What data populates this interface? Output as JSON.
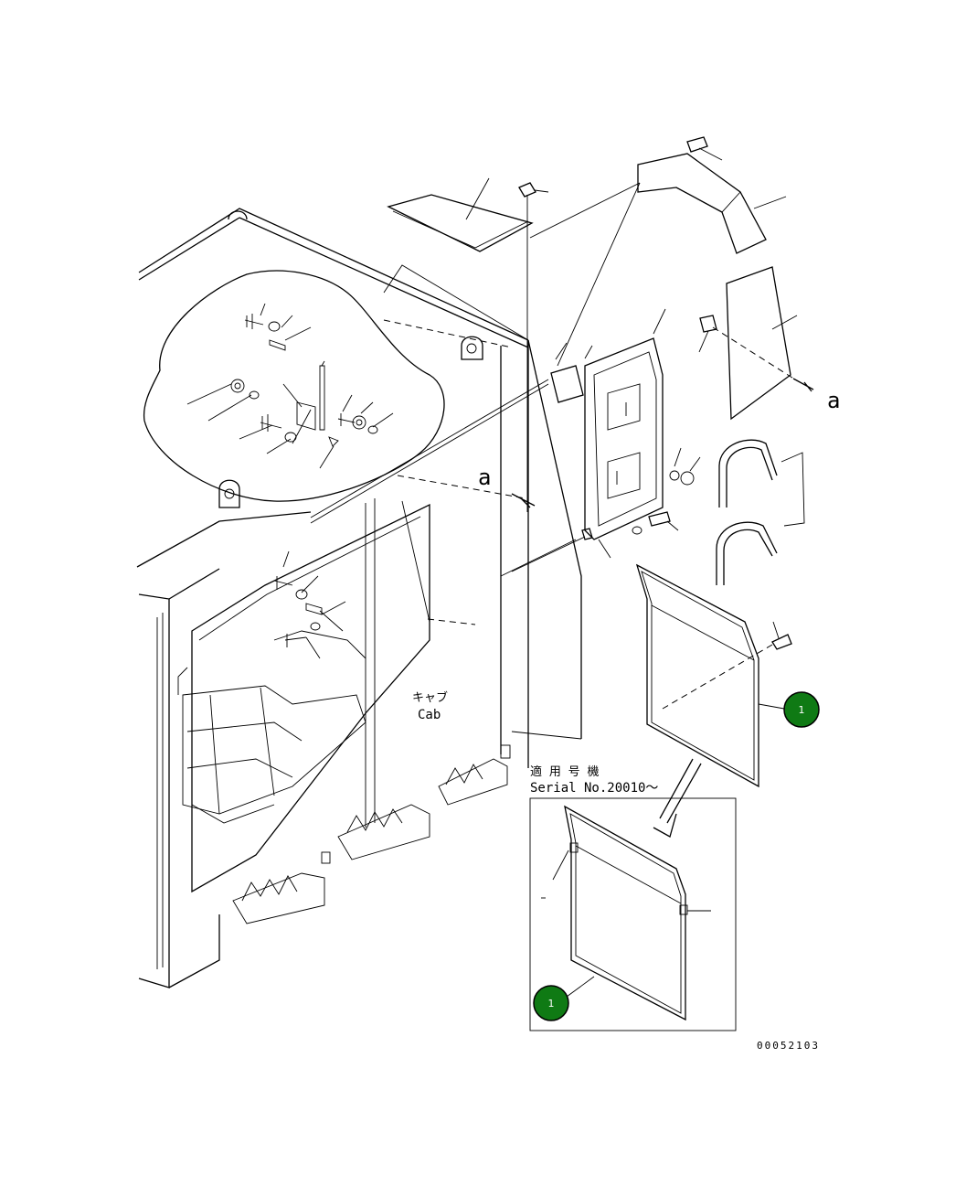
{
  "labels": {
    "view_a_1": "a",
    "view_a_2": "a",
    "cab_jp": "キャブ",
    "cab_en": "Cab",
    "serial_jp": "適 用 号 機",
    "serial_en": "Serial No.20010～",
    "drawing_number": "00052103"
  },
  "callouts": [
    {
      "number": "1",
      "color": "#0f7a14"
    },
    {
      "number": "1",
      "color": "#0f7a14"
    }
  ]
}
